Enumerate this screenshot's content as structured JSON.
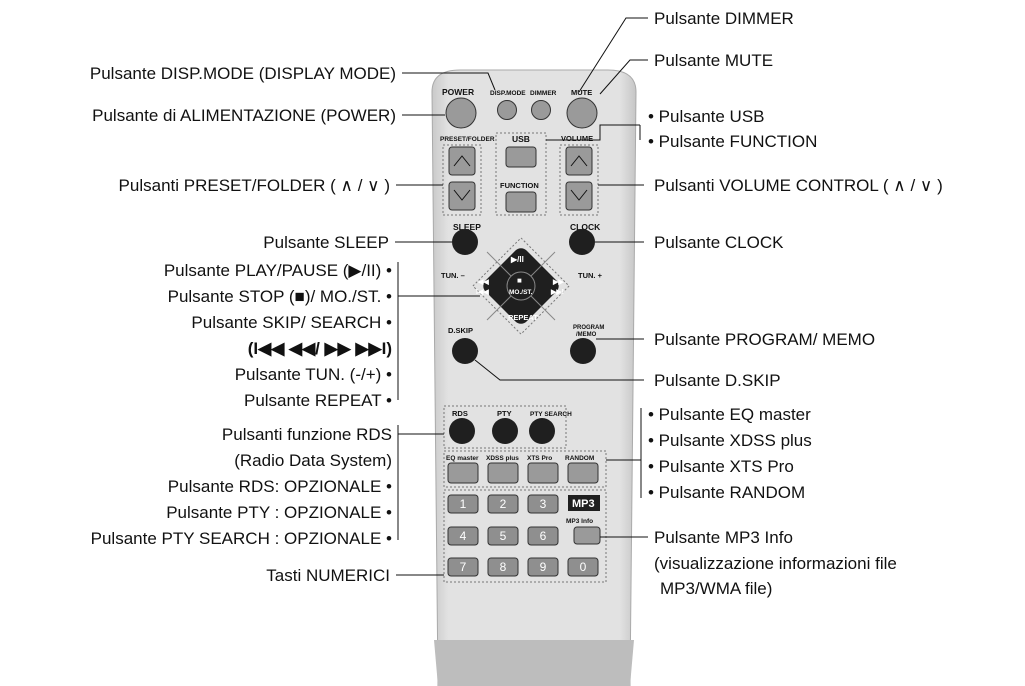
{
  "callouts": {
    "dimmer": "Pulsante DIMMER",
    "mute": "Pulsante MUTE",
    "dispmode": "Pulsante DISP.MODE (DISPLAY MODE)",
    "power": "Pulsante di ALIMENTAZIONE (POWER)",
    "usb": "• Pulsante USB",
    "function": "• Pulsante FUNCTION",
    "preset": "Pulsanti PRESET/FOLDER ( ∧ / ∨ )",
    "volume": "Pulsanti VOLUME CONTROL ( ∧ / ∨ )",
    "sleep": "Pulsante SLEEP",
    "clock": "Pulsante CLOCK",
    "playpause": "Pulsante PLAY/PAUSE (▶/II) •",
    "stop": "Pulsante STOP (■)/ MO./ST. •",
    "skip": "Pulsante SKIP/ SEARCH •",
    "skip_symbols": "(I◀◀ ◀◀/ ▶▶ ▶▶I)",
    "tun": "Pulsante TUN. (-/+) •",
    "repeat": "Pulsante REPEAT •",
    "program": "Pulsante PROGRAM/ MEMO",
    "dskip": "Pulsante D.SKIP",
    "rds_line1": "Pulsanti funzione RDS",
    "rds_line2": "(Radio Data System)",
    "rds_opt": "Pulsante RDS: OPZIONALE •",
    "pty_opt": "Pulsante PTY : OPZIONALE •",
    "ptysearch_opt": "Pulsante PTY SEARCH : OPZIONALE •",
    "eq": "• Pulsante EQ master",
    "xdss": "• Pulsante XDSS plus",
    "xts": "• Pulsante XTS Pro",
    "random": "• Pulsante RANDOM",
    "mp3info_line1": "Pulsante MP3 Info",
    "mp3info_line2": "(visualizzazione informazioni file",
    "mp3info_line3": "MP3/WMA file)",
    "numeric": "Tasti NUMERICI"
  },
  "remote": {
    "power": "POWER",
    "dispmode": "DISP.MODE",
    "dimmer": "DIMMER",
    "mute": "MUTE",
    "preset_folder": "PRESET/FOLDER",
    "usb": "USB",
    "volume": "VOLUME",
    "function": "FUNCTION",
    "sleep": "SLEEP",
    "clock": "CLOCK",
    "play": "▶/II",
    "tun_minus": "TUN. –",
    "tun_plus": "TUN. +",
    "rew": "◀◀",
    "prev": "I◀◀",
    "ff": "▶▶",
    "next": "▶▶I",
    "stop": "■",
    "most": "MO./ST.",
    "repeat": "REPEAT",
    "dskip": "D.SKIP",
    "program1": "PROGRAM",
    "program2": "/MEMO",
    "rds": "RDS",
    "pty": "PTY",
    "ptysearch": "PTY SEARCH",
    "eq": "EQ master",
    "xdss": "XDSS plus",
    "xts": "XTS Pro",
    "random": "RANDOM",
    "mp3": "MP3",
    "mp3info": "MP3 Info",
    "digits": [
      "1",
      "2",
      "3",
      "4",
      "5",
      "6",
      "7",
      "8",
      "9",
      "0"
    ]
  },
  "colors": {
    "remote_body": "#d9d9d9",
    "button": "#1f1f1f",
    "grey_button": "#a8a8a8"
  }
}
